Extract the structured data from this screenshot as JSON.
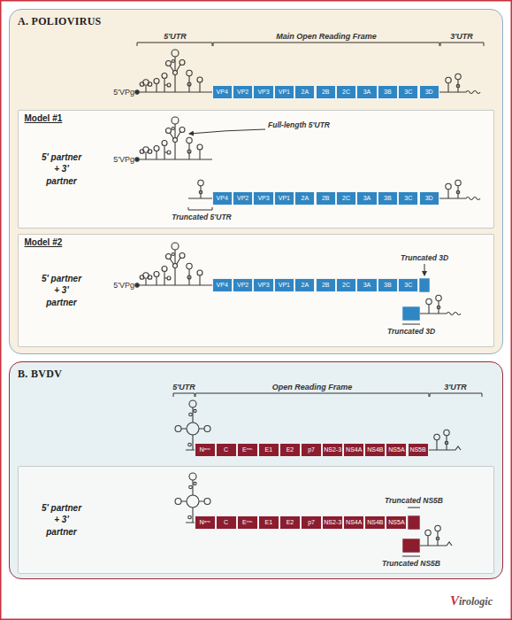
{
  "diagram": {
    "nodes": [
      {
        "text": [
          "A. POLIOVIRUS"
        ]
      },
      {
        "text": [
          "VP4"
        ],
        "in": 0
      },
      {
        "text": [
          "VP2"
        ],
        "in": 0
      },
      {
        "text": [
          "VP3"
        ],
        "in": 0
      },
      {
        "text": [
          "VP1"
        ],
        "in": 0
      },
      {
        "text": [
          "2A"
        ],
        "in": 0
      },
      {
        "text": [
          "2B"
        ],
        "in": 0
      },
      {
        "text": [
          "2C"
        ],
        "in": 0
      },
      {
        "text": [
          "3A"
        ],
        "in": 0
      },
      {
        "text": [
          "3B"
        ],
        "in": 0
      },
      {
        "text": [
          "3C"
        ],
        "in": 0
      },
      {
        "text": [
          "3D"
        ],
        "in": 0
      },
      {
        "text": [
          "Model #1",
          "5' partner + 3' partner"
        ],
        "in": 0
      },
      {
        "text": [
          "VP4"
        ],
        "in": 12
      },
      {
        "text": [
          "VP2"
        ],
        "in": 12
      },
      {
        "text": [
          "VP3"
        ],
        "in": 12
      },
      {
        "text": [
          "VP1"
        ],
        "in": 12
      },
      {
        "text": [
          "2A"
        ],
        "in": 12
      },
      {
        "text": [
          "2B"
        ],
        "in": 12
      },
      {
        "text": [
          "2C"
        ],
        "in": 12
      },
      {
        "text": [
          "3A"
        ],
        "in": 12
      },
      {
        "text": [
          "3B"
        ],
        "in": 12
      },
      {
        "text": [
          "3C"
        ],
        "in": 12
      },
      {
        "text": [
          "3D"
        ],
        "in": 12
      },
      {
        "text": [
          "Model #2",
          "5' partner + 3' partner"
        ],
        "in": 0
      },
      {
        "text": [
          "VP4"
        ],
        "in": 24
      },
      {
        "text": [
          "VP2"
        ],
        "in": 24
      },
      {
        "text": [
          "VP3"
        ],
        "in": 24
      },
      {
        "text": [
          "VP1"
        ],
        "in": 24
      },
      {
        "text": [
          "2A"
        ],
        "in": 24
      },
      {
        "text": [
          "2B"
        ],
        "in": 24
      },
      {
        "text": [
          "2C"
        ],
        "in": 24
      },
      {
        "text": [
          "3A"
        ],
        "in": 24
      },
      {
        "text": [
          "3B"
        ],
        "in": 24
      },
      {
        "text": [
          "3C"
        ],
        "in": 24
      },
      {
        "text": [
          "B. BVDV"
        ]
      },
      {
        "text": [
          "Nᵖʳᵒ"
        ],
        "in": 35
      },
      {
        "text": [
          "C"
        ],
        "in": 35
      },
      {
        "text": [
          "Eʳⁿˢ"
        ],
        "in": 35
      },
      {
        "text": [
          "E1"
        ],
        "in": 35
      },
      {
        "text": [
          "E2"
        ],
        "in": 35
      },
      {
        "text": [
          "p7"
        ],
        "in": 35
      },
      {
        "text": [
          "NS2-3"
        ],
        "in": 35
      },
      {
        "text": [
          "NS4A"
        ],
        "in": 35
      },
      {
        "text": [
          "NS4B"
        ],
        "in": 35
      },
      {
        "text": [
          "NS5A"
        ],
        "in": 35
      },
      {
        "text": [
          "NS5B"
        ],
        "in": 35
      },
      {
        "text": [
          "5' partner + 3' partner"
        ],
        "in": 35
      },
      {
        "text": [
          "Nᵖʳᵒ"
        ],
        "in": 47
      },
      {
        "text": [
          "C"
        ],
        "in": 47
      },
      {
        "text": [
          "Eʳⁿˢ"
        ],
        "in": 47
      },
      {
        "text": [
          "E1"
        ],
        "in": 47
      },
      {
        "text": [
          "E2"
        ],
        "in": 47
      },
      {
        "text": [
          "p7"
        ],
        "in": 47
      },
      {
        "text": [
          "NS2-3"
        ],
        "in": 47
      },
      {
        "text": [
          "NS4A"
        ],
        "in": 47
      },
      {
        "text": [
          "NS4B"
        ],
        "in": 47
      },
      {
        "text": [
          "NS5A"
        ],
        "in": 47
      }
    ],
    "labels": [
      "5'VPg",
      "5'UTR",
      "Main Open Reading Frame",
      "3'UTR",
      "Full-length 5'UTR",
      "5'VPg",
      "Truncated 5'UTR",
      "5'VPg",
      "Truncated 3D",
      "Truncated 3D",
      "5'UTR",
      "Open Reading Frame",
      "3'UTR",
      "Truncated NS5B",
      "Truncated NS5B",
      "Virologic"
    ]
  }
}
